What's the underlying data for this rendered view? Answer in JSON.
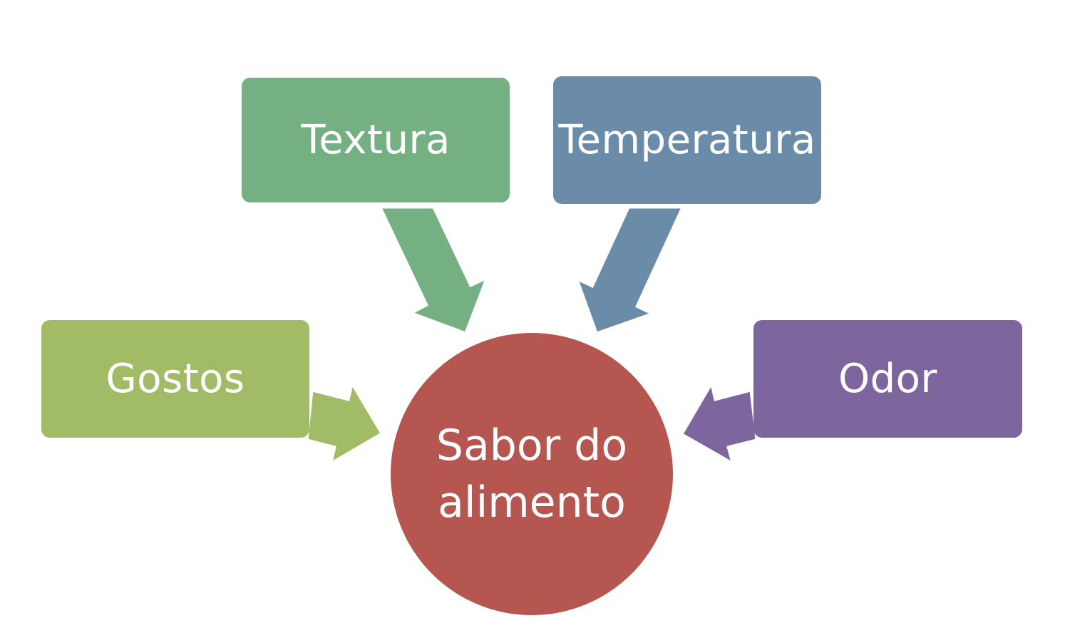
{
  "diagram": {
    "center": {
      "line1": "Sabor do",
      "line2": "alimento",
      "color": "#B55651"
    },
    "nodes": {
      "textura": {
        "label": "Textura",
        "color": "#74B082"
      },
      "temperatura": {
        "label": "Temperatura",
        "color": "#6B8CA9"
      },
      "gostos": {
        "label": "Gostos",
        "color": "#A2BB66"
      },
      "odor": {
        "label": "Odor",
        "color": "#7D669E"
      }
    }
  }
}
